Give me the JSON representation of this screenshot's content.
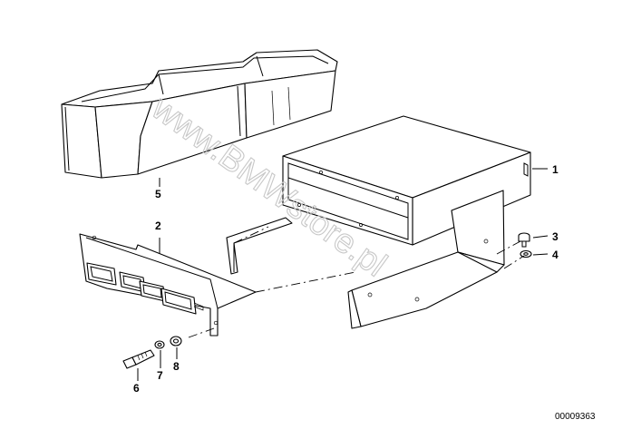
{
  "watermark": "www.BMWstore.pl",
  "document_number": "00009363",
  "callouts": {
    "c1": "1",
    "c2": "2",
    "c3": "3",
    "c4": "4",
    "c5": "5",
    "c6": "6",
    "c7": "7",
    "c8": "8"
  },
  "colors": {
    "line": "#000000",
    "watermark": "#c8c8c8",
    "background": "#ffffff"
  }
}
